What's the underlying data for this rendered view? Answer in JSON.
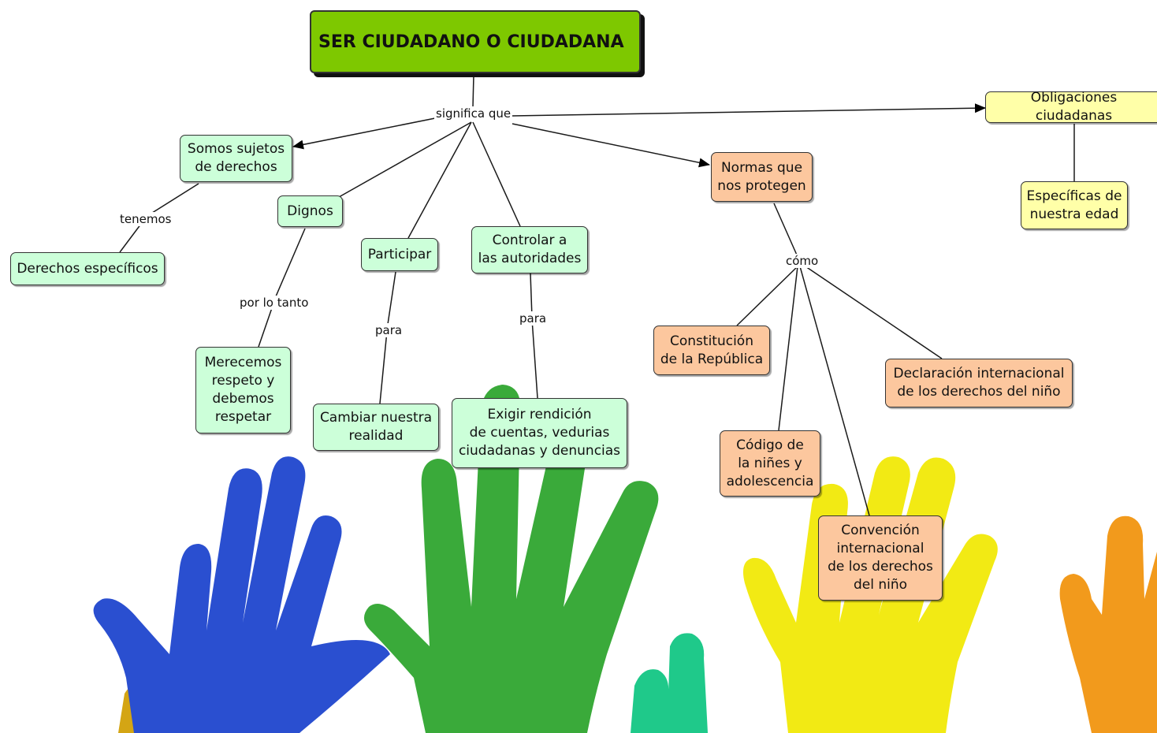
{
  "title": "SER CIUDADANO O CIUDADANA",
  "links": {
    "significa_que": "significa que",
    "tenemos": "tenemos",
    "por_lo_tanto": "por lo tanto",
    "para_1": "para",
    "para_2": "para",
    "como": "cómo"
  },
  "nodes": {
    "sujetos": "Somos sujetos\nde derechos",
    "derechos_especificos": "Derechos específicos",
    "dignos": "Dignos",
    "merecemos": "Merecemos\nrespeto y\ndebemos\nrespetar",
    "participar": "Participar",
    "cambiar": "Cambiar nuestra\nrealidad",
    "controlar": "Controlar a\nlas autoridades",
    "exigir": "Exigir rendición\nde cuentas, vedurias\nciudadanas y denuncias",
    "normas": "Normas que\nnos protegen",
    "constitucion": "Constitución\nde la República",
    "codigo": "Código de\nla niñes y\nadolescencia",
    "convencion": "Convención\ninternacional\nde los derechos\ndel niño",
    "declaracion": "Declaración internacional\nde los derechos del niño",
    "obligaciones": "Obligaciones ciudadanas",
    "especificas": "Específicas de\nnuestra edad"
  },
  "colors": {
    "title": "#7ec800",
    "green_node": "#ccffd9",
    "orange_node": "#fcc79e",
    "yellow_node": "#ffffa8",
    "hand_blue": "#2a4fd0",
    "hand_green": "#3aaa3a",
    "hand_teal": "#1fc98a",
    "hand_yellow": "#f2ea14",
    "hand_orange": "#f29a1c",
    "hand_gold": "#d4a514"
  }
}
